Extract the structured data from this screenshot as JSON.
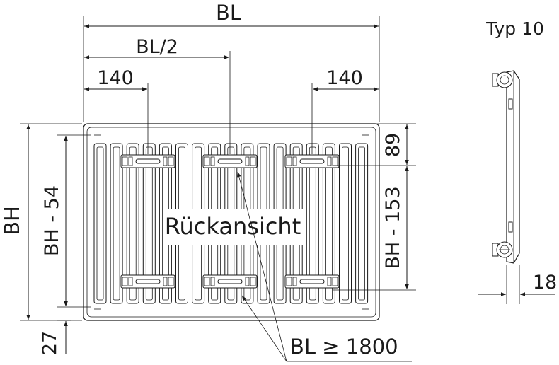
{
  "labels": {
    "bl": "BL",
    "bl_half": "BL/2",
    "offset_left": "140",
    "offset_right": "140",
    "bh": "BH",
    "bh_minus_54": "BH - 54",
    "bottom_27": "27",
    "top_89": "89",
    "bh_minus_153": "BH - 153",
    "rear_view": "Rückansicht",
    "note_bl": "BL ≥ 1800",
    "type": "Typ 10",
    "depth_18": "18"
  }
}
